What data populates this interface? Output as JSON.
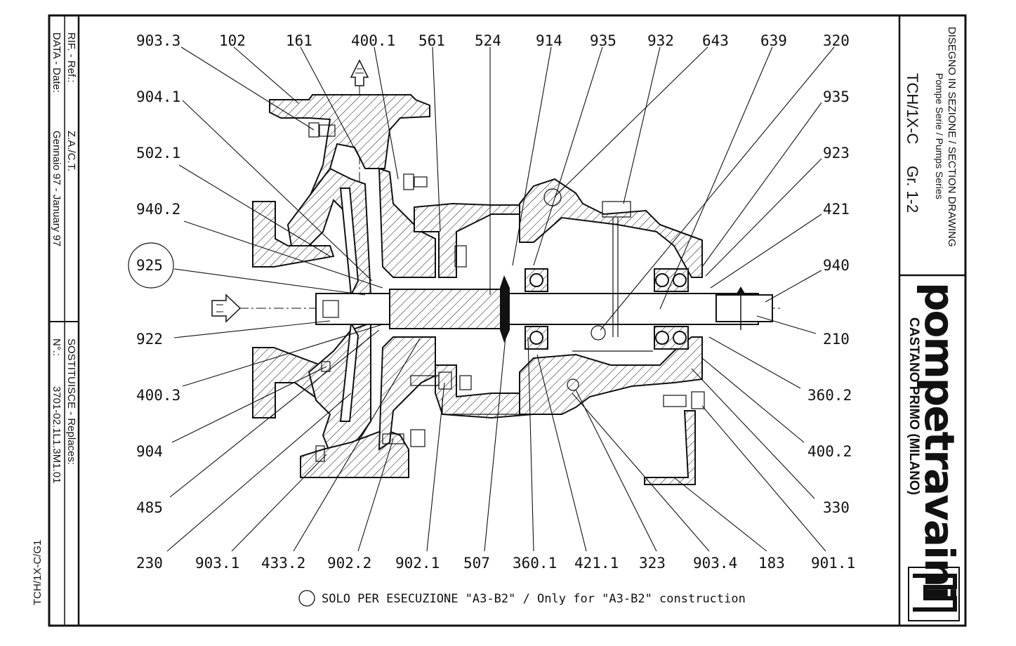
{
  "title_block": {
    "title_line1": "DISEGNO IN SEZIONE / SECTION DRAWING",
    "title_line2": "Pompe Serie / Pumps Series",
    "model": "TCH/1X-C",
    "group": "Gr. 1-2",
    "brand": "pompetravaini",
    "city": "CASTANO PRIMO  (MILANO)"
  },
  "side_panel": {
    "ref_label": "RIF. - Ref.:",
    "ref_value": "Z.A./C.T.",
    "date_label": "DATA - Date:",
    "date_value": "Gennaio 97 - January 97",
    "replaces_label": "SOSTITUISCE - Replaces:",
    "number_label": "N°.:",
    "number_value": "3701-02.1L1.3M1.01",
    "small_code": "TCH/1X-C/G1"
  },
  "labels": {
    "top": [
      "903.3",
      "102",
      "161",
      "400.1",
      "561",
      "524",
      "914",
      "935",
      "932",
      "643",
      "639",
      "320"
    ],
    "left": [
      "904.1",
      "502.1",
      "940.2",
      "925",
      "922",
      "400.3",
      "904",
      "485"
    ],
    "right": [
      "935",
      "923",
      "421",
      "940",
      "210",
      "360.2",
      "400.2",
      "330"
    ],
    "bottom": [
      "230",
      "903.1",
      "433.2",
      "902.2",
      "902.1",
      "507",
      "360.1",
      "421.1",
      "323",
      "903.4",
      "183",
      "901.1"
    ]
  },
  "footnote": "SOLO PER ESECUZIONE \"A3-B2\" / Only for \"A3-B2\" construction",
  "colors": {
    "ink": "#111111",
    "paper": "#ffffff"
  }
}
